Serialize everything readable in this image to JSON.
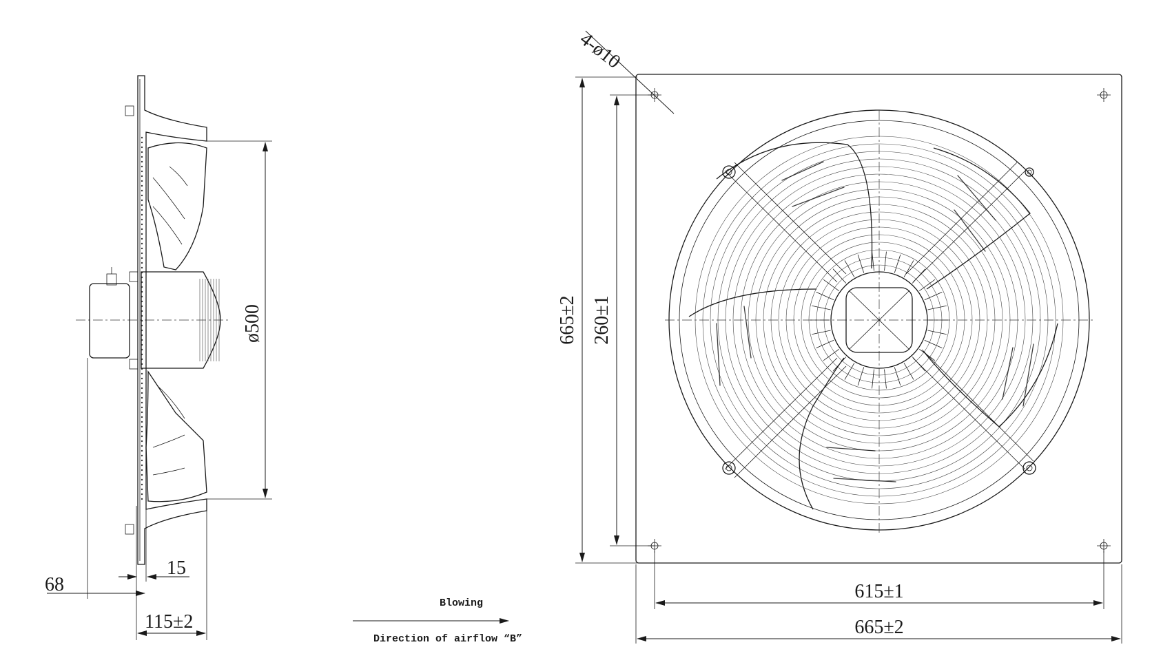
{
  "side_view": {
    "diameter": "ø500",
    "depth_motor": "68",
    "flange": "15",
    "overall_depth": "115±2"
  },
  "legend": {
    "blowing": "Blowing",
    "airflow": "Direction of airflow “B”"
  },
  "front_view": {
    "holes": "4-ø10",
    "height_outer": "665±2",
    "height_inner": "260±1",
    "width_inner": "615±1",
    "width_outer": "665±2"
  }
}
